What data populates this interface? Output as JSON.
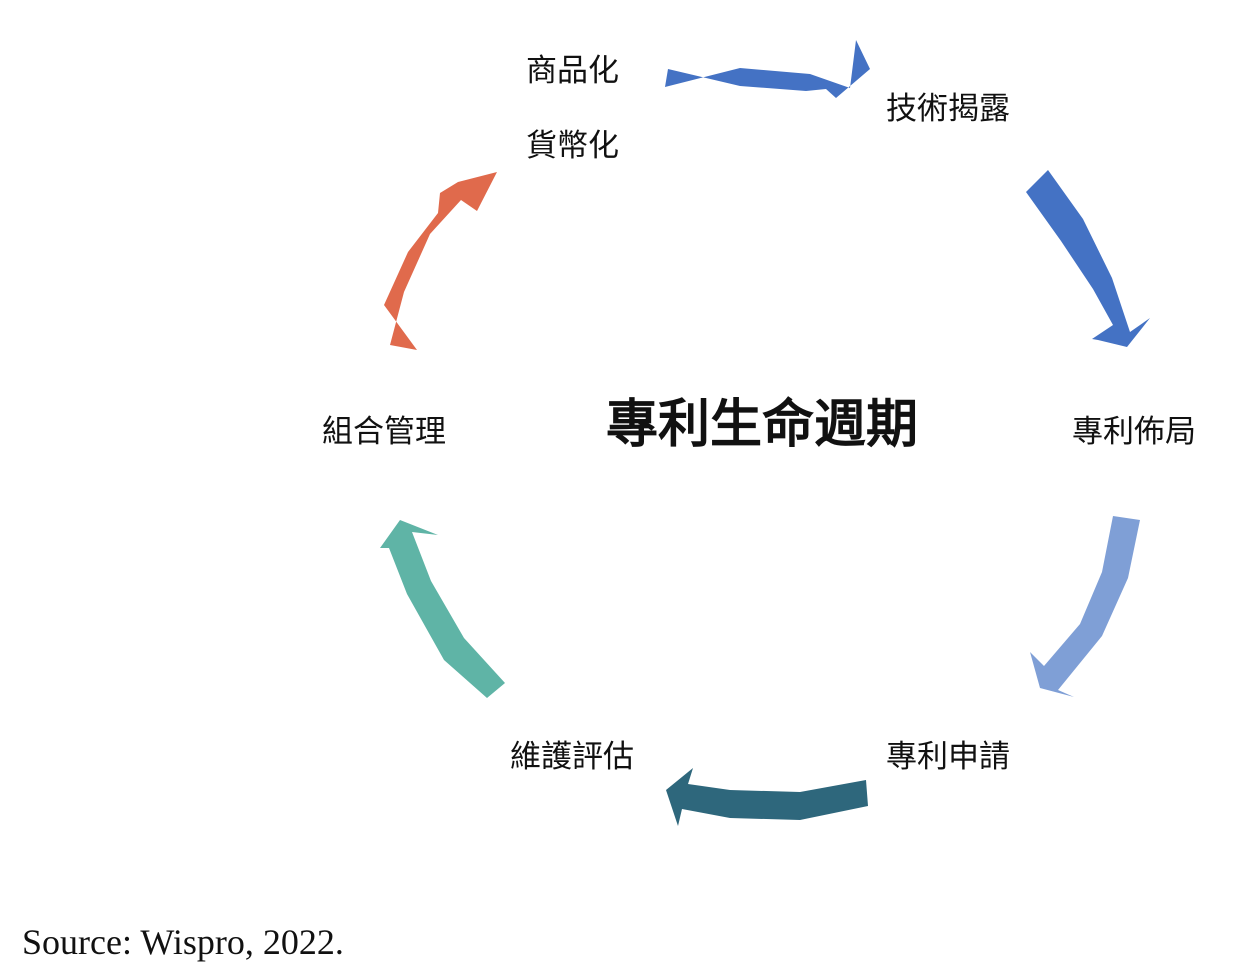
{
  "center_title": "專利生命週期",
  "stages": {
    "commercialization": "商品化",
    "monetization": "貨幣化",
    "tech_disclosure": "技術揭露",
    "patent_layout": "專利佈局",
    "patent_application": "專利申請",
    "maintenance_evaluation": "維護評估",
    "portfolio_management": "組合管理"
  },
  "arrow_colors": {
    "commercialization_to_disclosure": "#4472C4",
    "disclosure_to_layout": "#4472C4",
    "layout_to_application": "#7F9FD6",
    "application_to_maintenance": "#2E677C",
    "maintenance_to_portfolio": "#5FB4A6",
    "portfolio_to_commercialization": "#E06A4C"
  },
  "source": "Source: Wispro, 2022."
}
